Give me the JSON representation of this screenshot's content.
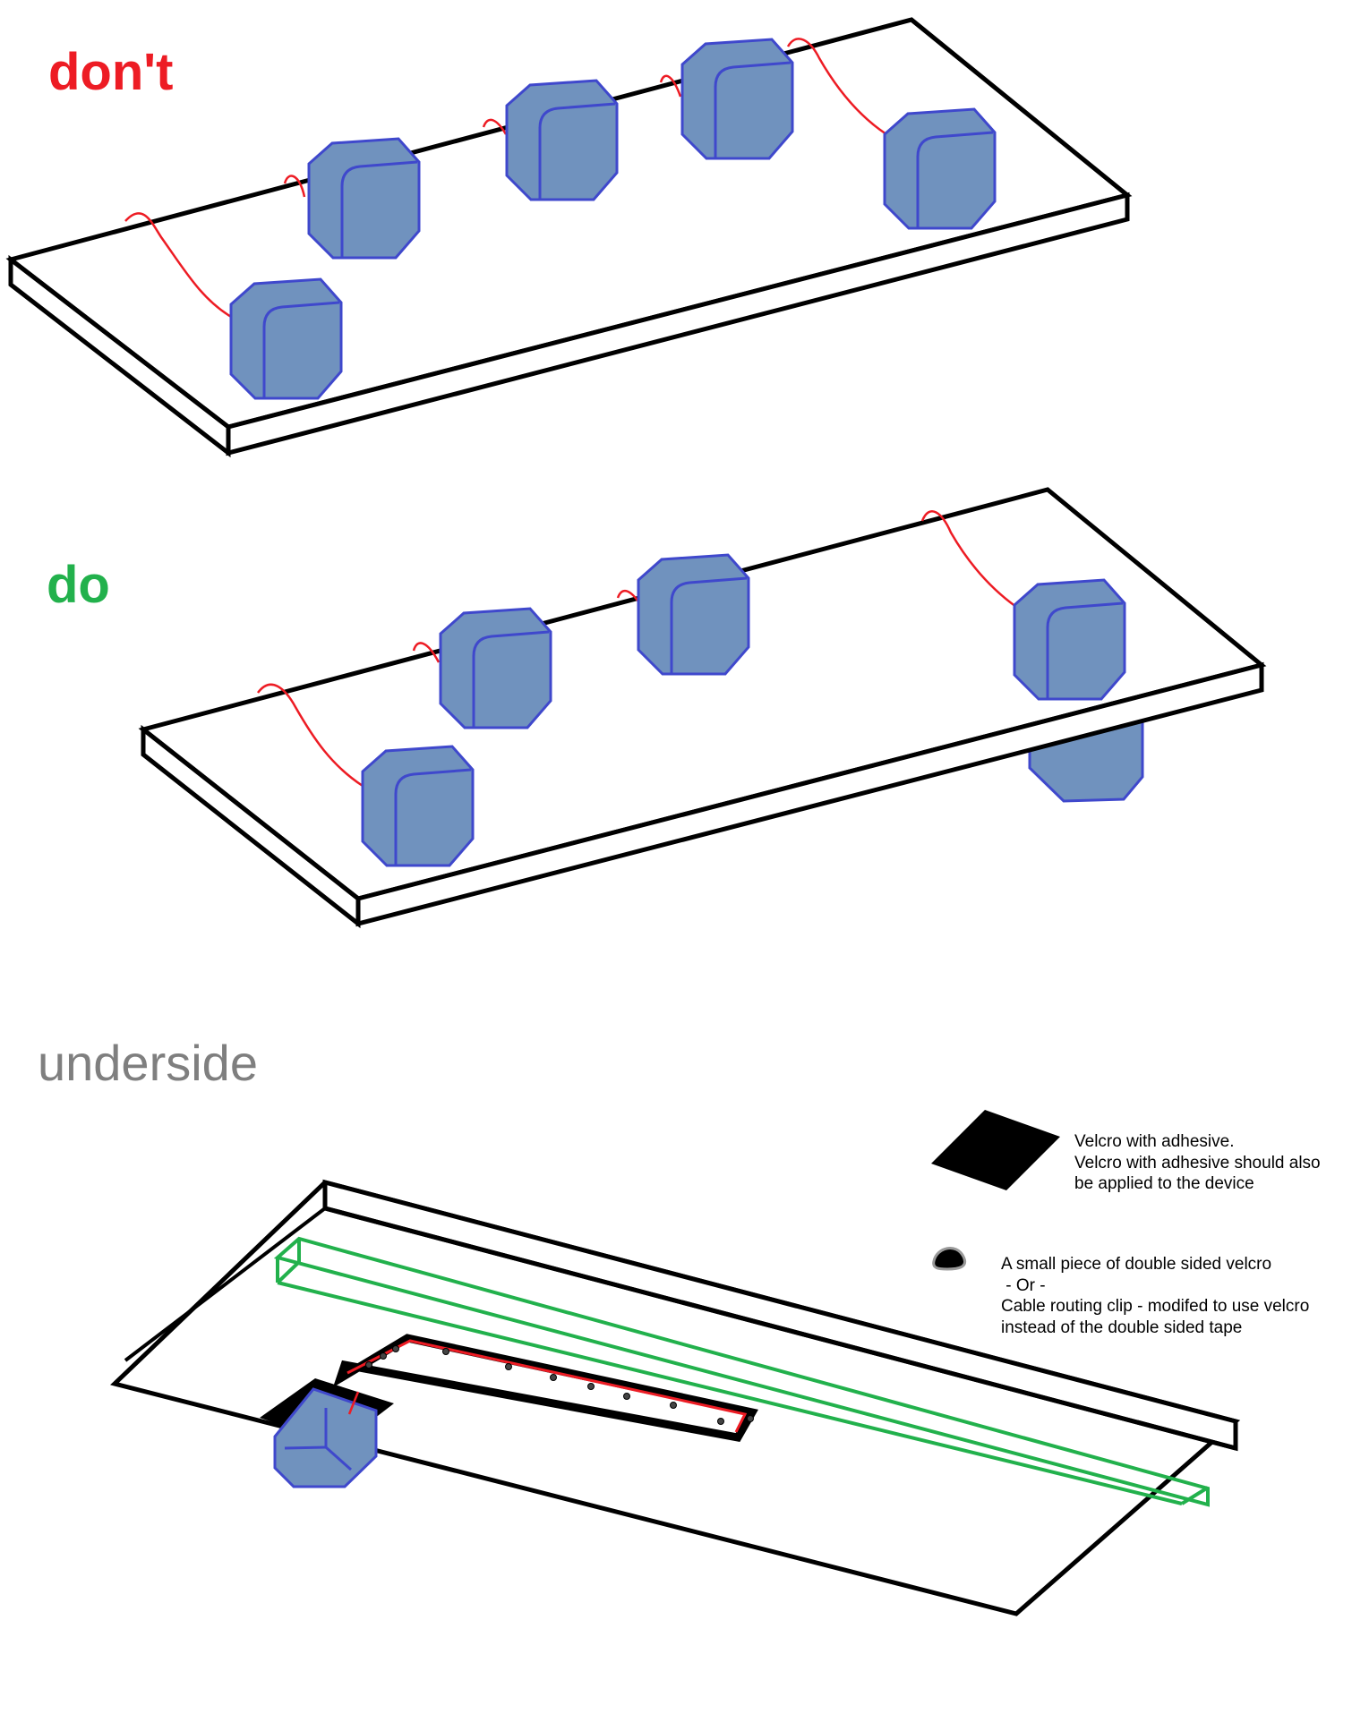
{
  "headings": {
    "dont": "don't",
    "do": "do",
    "underside": "underside"
  },
  "legend": {
    "velcro_adhesive": {
      "line1": "Velcro with adhesive.",
      "line2": "Velcro with adhesive should also",
      "line3": "be applied to the device"
    },
    "double_sided": {
      "line1": "A small piece of double sided velcro",
      "line2": " - Or -",
      "line3": "Cable routing clip - modifed to use velcro",
      "line4": "instead of the double sided tape"
    }
  },
  "colors": {
    "dont": "#ed1c24",
    "do": "#22b14c",
    "underside": "#7f7f7f",
    "device_fill": "#7092be",
    "device_stroke": "#3f48cc",
    "cable": "#ed1c24",
    "rail": "#22b14c",
    "outline": "#000000",
    "velcro": "#000000"
  }
}
